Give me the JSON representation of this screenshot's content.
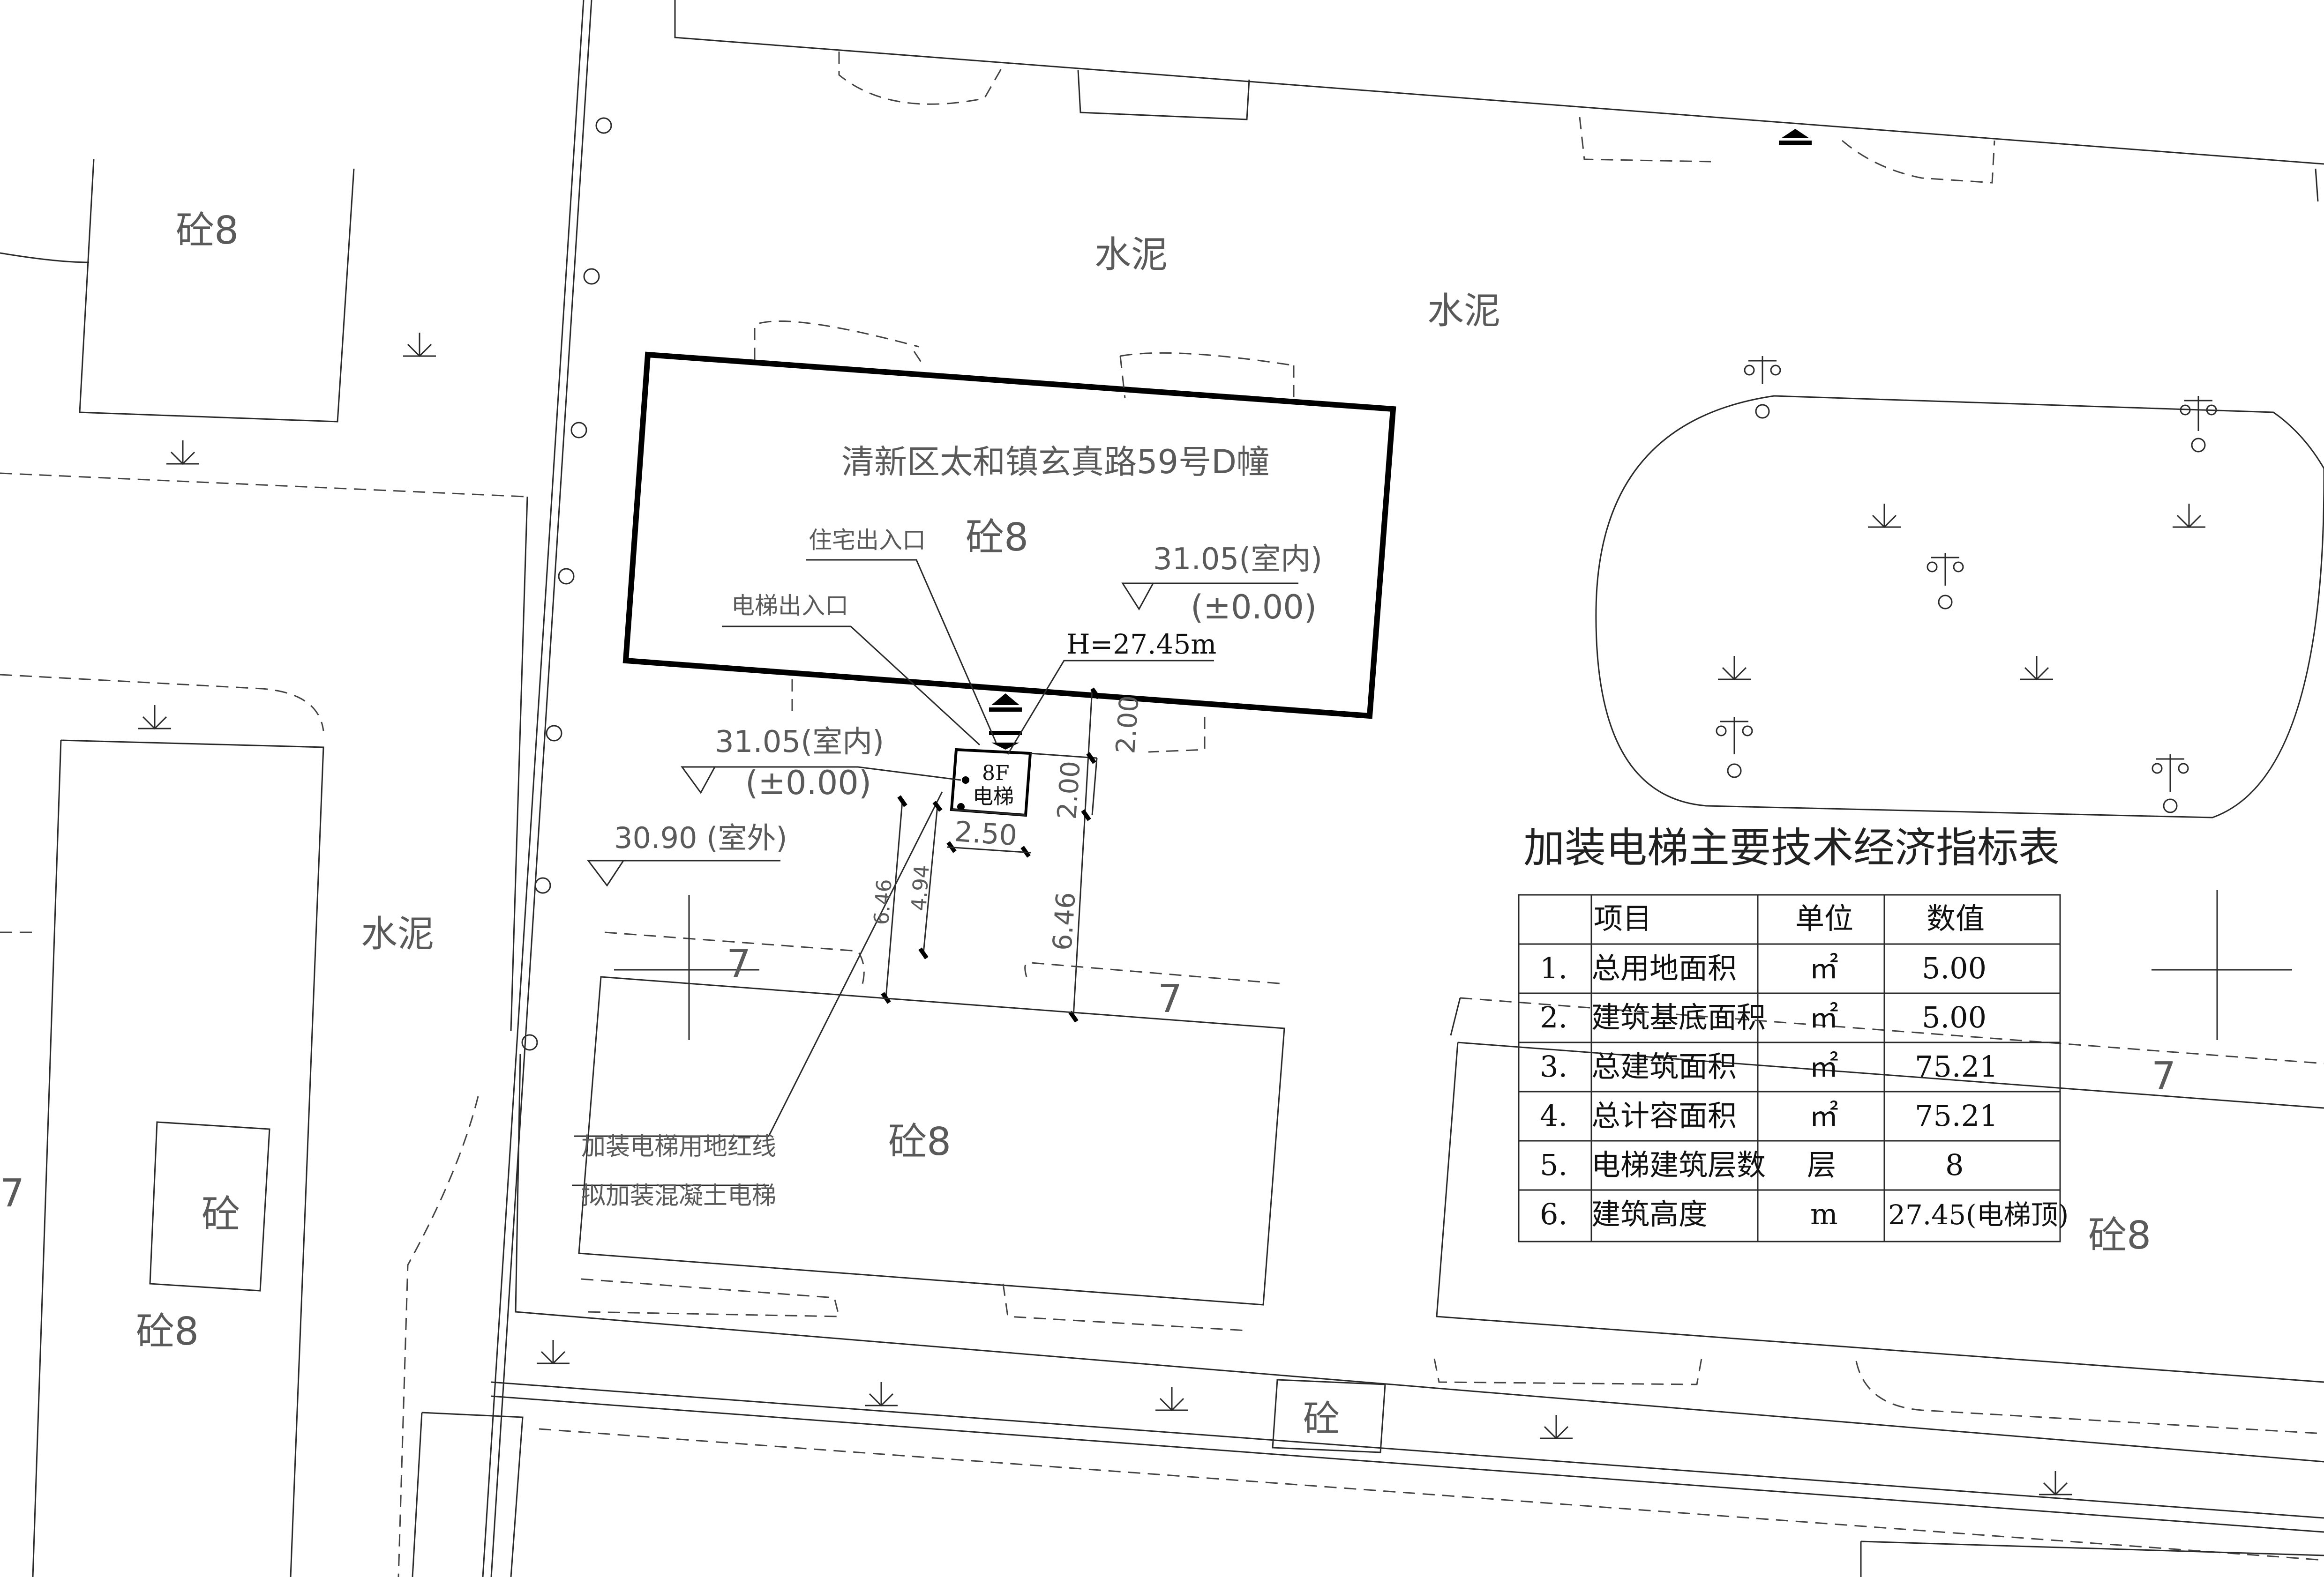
{
  "building": {
    "name": "清新区太和镇玄真路59号D幢",
    "material": "砼8"
  },
  "labels": {
    "cement": "水泥",
    "concrete": "砼",
    "concrete8": "砼8",
    "seven": "7",
    "residential_entrance": "住宅出入口",
    "elevator_entrance": "电梯出入口",
    "elevator_height": "H=27.45m",
    "elevator_floors": "8F",
    "elevator": "电梯",
    "red_line_1": "加装电梯用地红线",
    "red_line_2": "拟加装混凝土电梯"
  },
  "elevations": {
    "indoor_a": "31.05(室内)",
    "indoor_a_zero": "(±0.00)",
    "indoor_b": "31.05(室内)",
    "indoor_b_zero": "(±0.00)",
    "outdoor": "30.90 (室外)"
  },
  "dimensions": {
    "width": "2.50",
    "depth": "2.00",
    "offset_top": "2.00",
    "left_a": "6.46",
    "left_b": "4.94",
    "right": "6.46"
  },
  "table": {
    "title": "加装电梯主要技术经济指标表",
    "headers": [
      "项目",
      "单位",
      "数值"
    ],
    "rows": [
      {
        "no": "1.",
        "item": "总用地面积",
        "unit": "㎡",
        "value": "5.00"
      },
      {
        "no": "2.",
        "item": "建筑基底面积",
        "unit": "㎡",
        "value": "5.00"
      },
      {
        "no": "3.",
        "item": "总建筑面积",
        "unit": "㎡",
        "value": "75.21"
      },
      {
        "no": "4.",
        "item": "总计容面积",
        "unit": "㎡",
        "value": "75.21"
      },
      {
        "no": "5.",
        "item": "电梯建筑层数",
        "unit": "层",
        "value": "8"
      },
      {
        "no": "6.",
        "item": "建筑高度",
        "unit": "m",
        "value": "27.45(电梯顶)"
      }
    ]
  }
}
